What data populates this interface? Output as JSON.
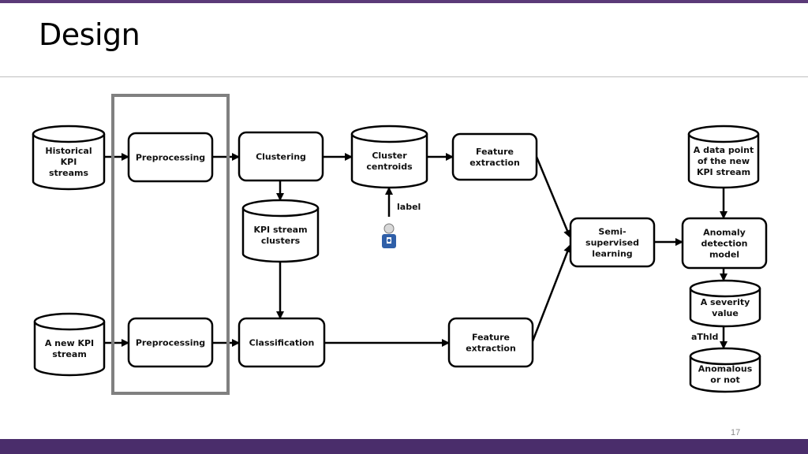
{
  "slide": {
    "title": "Design",
    "page_number": "17"
  },
  "diagram": {
    "nodes": [
      {
        "id": "historical-kpi-streams",
        "shape": "cylinder",
        "lines": [
          "Historical",
          "KPI",
          "streams"
        ]
      },
      {
        "id": "preprocessing-top",
        "shape": "box",
        "lines": [
          "Preprocessing"
        ]
      },
      {
        "id": "clustering",
        "shape": "box",
        "lines": [
          "Clustering"
        ]
      },
      {
        "id": "cluster-centroids",
        "shape": "cylinder",
        "lines": [
          "Cluster",
          "centroids"
        ]
      },
      {
        "id": "feature-extraction-top",
        "shape": "box",
        "lines": [
          "Feature",
          "extraction"
        ]
      },
      {
        "id": "kpi-stream-clusters",
        "shape": "cylinder",
        "lines": [
          "KPI stream",
          "clusters"
        ]
      },
      {
        "id": "new-kpi-stream",
        "shape": "cylinder",
        "lines": [
          "A new KPI",
          "stream"
        ]
      },
      {
        "id": "preprocessing-bottom",
        "shape": "box",
        "lines": [
          "Preprocessing"
        ]
      },
      {
        "id": "classification",
        "shape": "box",
        "lines": [
          "Classification"
        ]
      },
      {
        "id": "feature-extraction-bottom",
        "shape": "box",
        "lines": [
          "Feature",
          "extraction"
        ]
      },
      {
        "id": "semi-supervised-learning",
        "shape": "box",
        "lines": [
          "Semi-",
          "supervised",
          "learning"
        ]
      },
      {
        "id": "new-data-point",
        "shape": "cylinder",
        "lines": [
          "A data point",
          "of the new",
          "KPI stream"
        ]
      },
      {
        "id": "anomaly-detection-model",
        "shape": "box",
        "lines": [
          "Anomaly",
          "detection",
          "model"
        ]
      },
      {
        "id": "severity-value",
        "shape": "cylinder",
        "lines": [
          "A severity",
          "value"
        ]
      },
      {
        "id": "anomalous-or-not",
        "shape": "cylinder",
        "lines": [
          "Anomalous",
          "or not"
        ]
      }
    ],
    "edges": [
      {
        "from": "historical-kpi-streams",
        "to": "preprocessing-top"
      },
      {
        "from": "preprocessing-top",
        "to": "clustering"
      },
      {
        "from": "clustering",
        "to": "cluster-centroids"
      },
      {
        "from": "cluster-centroids",
        "to": "feature-extraction-top"
      },
      {
        "from": "clustering",
        "to": "kpi-stream-clusters"
      },
      {
        "from": "kpi-stream-clusters",
        "to": "classification"
      },
      {
        "from": "new-kpi-stream",
        "to": "preprocessing-bottom"
      },
      {
        "from": "preprocessing-bottom",
        "to": "classification"
      },
      {
        "from": "classification",
        "to": "feature-extraction-bottom"
      },
      {
        "from": "feature-extraction-top",
        "to": "semi-supervised-learning"
      },
      {
        "from": "feature-extraction-bottom",
        "to": "semi-supervised-learning"
      },
      {
        "from": "semi-supervised-learning",
        "to": "anomaly-detection-model"
      },
      {
        "from": "new-data-point",
        "to": "anomaly-detection-model"
      },
      {
        "from": "anomaly-detection-model",
        "to": "severity-value"
      },
      {
        "from": "severity-value",
        "to": "anomalous-or-not",
        "label": "aThld"
      },
      {
        "from": "operator",
        "to": "cluster-centroids",
        "label": "label"
      }
    ],
    "highlight": {
      "around": [
        "preprocessing-top",
        "preprocessing-bottom"
      ],
      "color": "#808080"
    },
    "operator_icon": "operator-person-icon"
  }
}
